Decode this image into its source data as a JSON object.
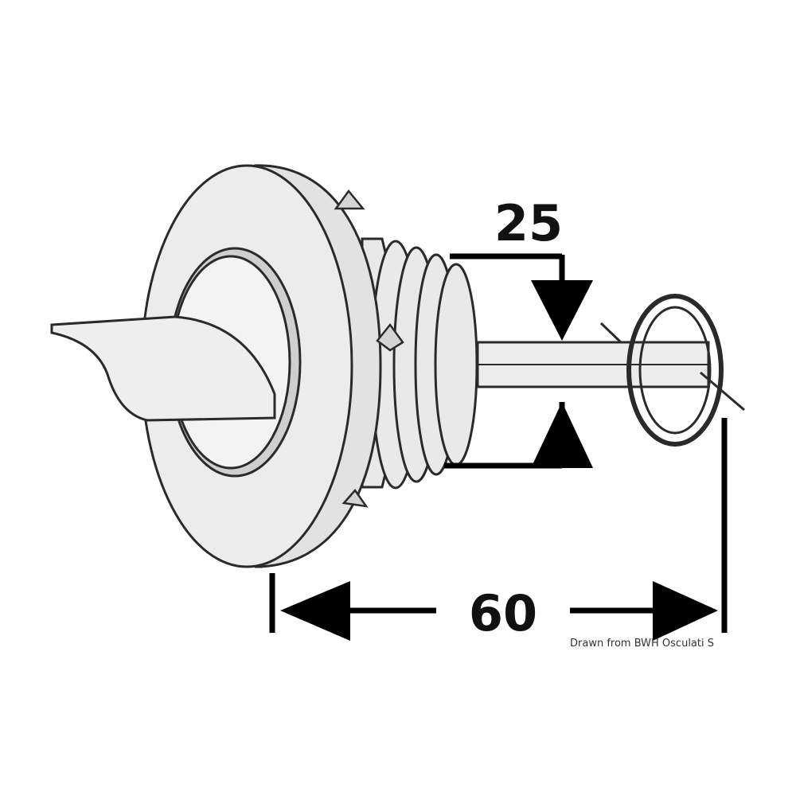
{
  "dimensions": {
    "diameter": {
      "value": "25"
    },
    "length": {
      "value": "60"
    }
  },
  "credit": "Drawn from BWH Osculati S",
  "colors": {
    "outline": "#2a2a2a",
    "fill": "#e9e9e9",
    "fill_light": "#f3f3f3",
    "arrow": "#000000"
  }
}
